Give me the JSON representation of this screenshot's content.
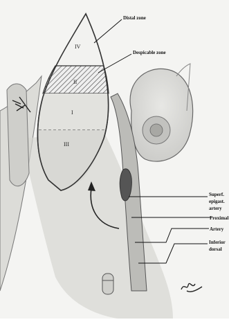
{
  "figure": {
    "zones": {
      "top": "IV",
      "hatched": "II",
      "middle": "I",
      "bottom": "III"
    },
    "labels": {
      "distal_zone": "Distal zone",
      "despicable_zone": "Despicable zone",
      "superficial_epigastric_artery": [
        "Superf.",
        "epigast.",
        "artery"
      ],
      "proximal": "Proximal",
      "artery": "Artery",
      "inferior_epigastric": [
        "Inferior",
        "dorsal"
      ]
    },
    "signature": "hand-signature"
  }
}
